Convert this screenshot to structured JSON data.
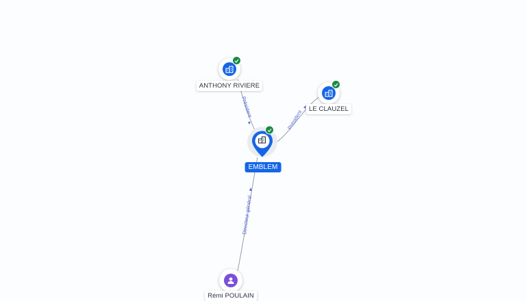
{
  "graph": {
    "nodes": {
      "main": {
        "label": "EMBLEM",
        "icon": "building-icon",
        "verified": true,
        "color": "#1565e6"
      },
      "anthony": {
        "label": "ANTHONY RIVIERE",
        "icon": "building-icon",
        "verified": true,
        "color": "#1565e6"
      },
      "clauzel": {
        "label": "LE CLAUZEL",
        "icon": "building-icon",
        "verified": true,
        "color": "#1565e6"
      },
      "remi": {
        "label": "Rémi POULAIN",
        "icon": "person-icon",
        "color": "#7b4fd8"
      }
    },
    "edges": {
      "anthony_main": {
        "label": "Président"
      },
      "main_clauzel": {
        "label": "Président"
      },
      "remi_main": {
        "label": "Directeur général"
      }
    },
    "colors": {
      "accent": "#1565e6",
      "verified": "#1a8a43",
      "person": "#7b4fd8",
      "edge": "#8a93a6",
      "edge_label": "#5a6fd6"
    }
  }
}
